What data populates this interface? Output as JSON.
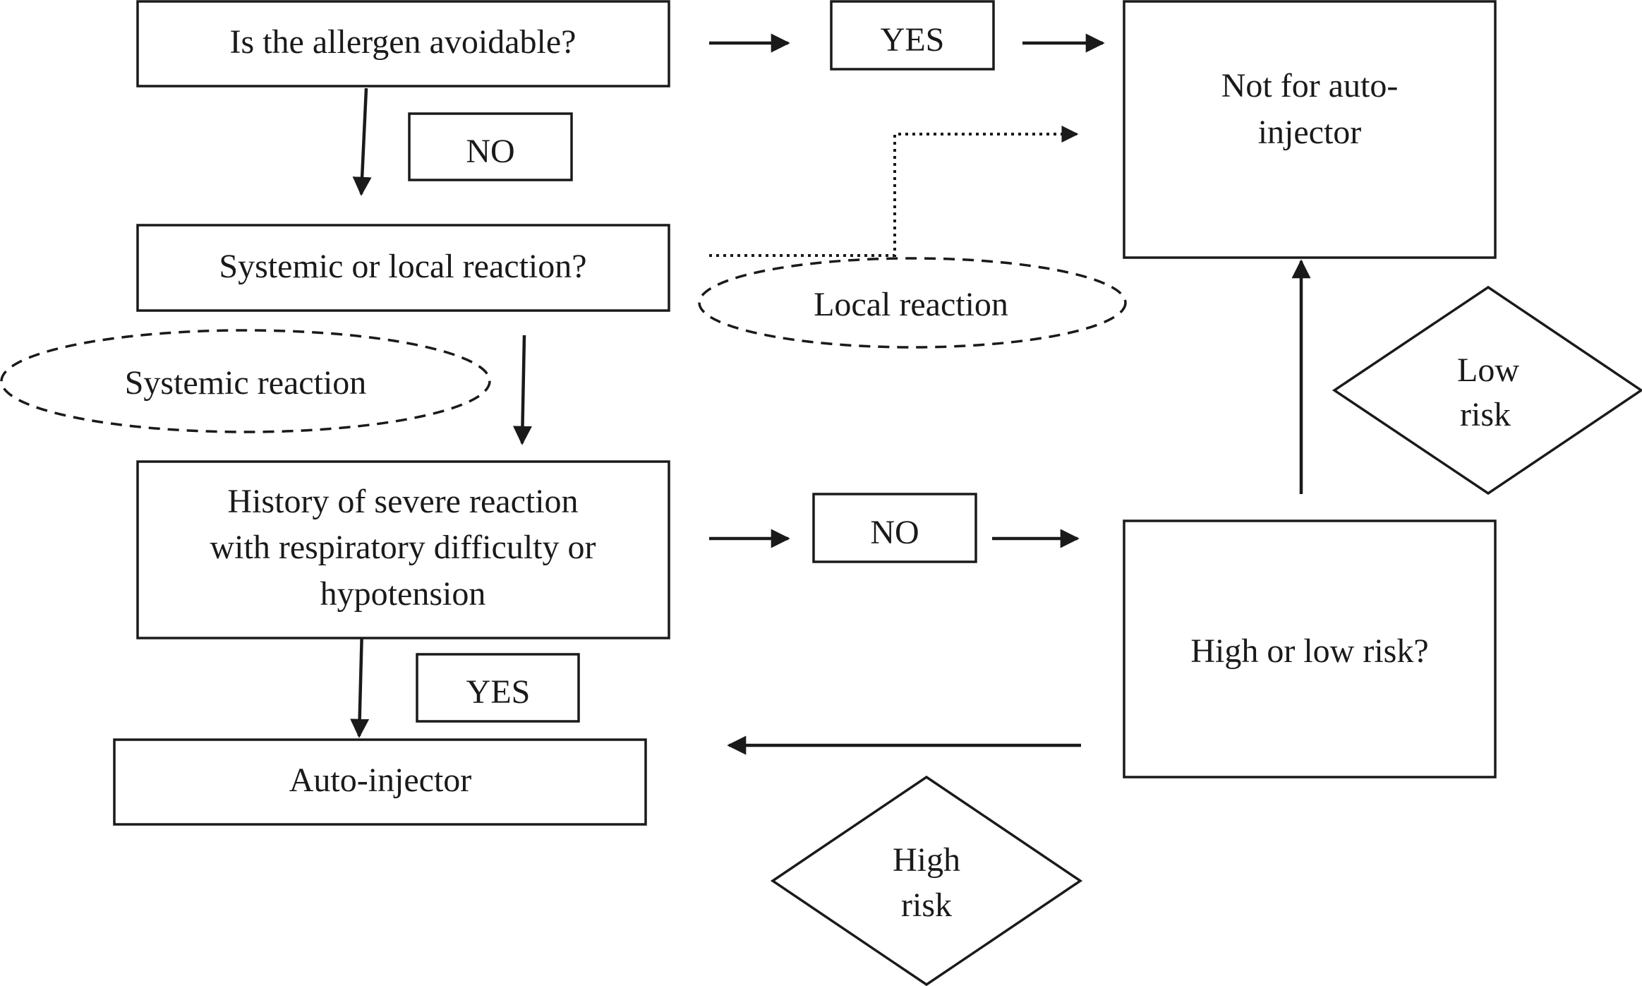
{
  "nodes": {
    "allergen_avoidable": "Is the allergen avoidable?",
    "yes_top": "YES",
    "not_for_auto_line1": "Not for auto-",
    "not_for_auto_line2": "injector",
    "no_top": "NO",
    "systemic_or_local": "Systemic or local reaction?",
    "local_reaction": "Local reaction",
    "systemic_reaction": "Systemic reaction",
    "history_line1": "History of severe reaction",
    "history_line2": "with respiratory difficulty or",
    "history_line3": "hypotension",
    "no_middle": "NO",
    "low_risk_line1": "Low",
    "low_risk_line2": "risk",
    "high_or_low": "High or low risk?",
    "yes_bottom": "YES",
    "auto_injector": "Auto-injector",
    "high_risk_line1": "High",
    "high_risk_line2": "risk"
  }
}
